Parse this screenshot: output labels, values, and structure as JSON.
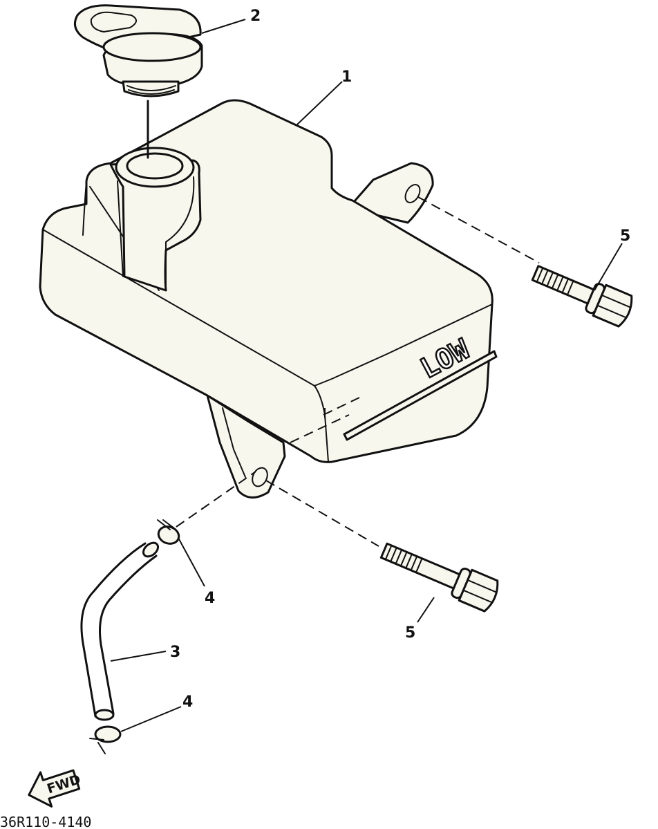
{
  "callouts": {
    "tank": "1",
    "cap": "2",
    "hose": "3",
    "clip_upper": "4",
    "clip_lower": "4",
    "bolt_upper": "5",
    "bolt_lower": "5"
  },
  "marks": {
    "low_level": "LOW",
    "forward": "FWD"
  },
  "drawing_code": "36R110-4140"
}
